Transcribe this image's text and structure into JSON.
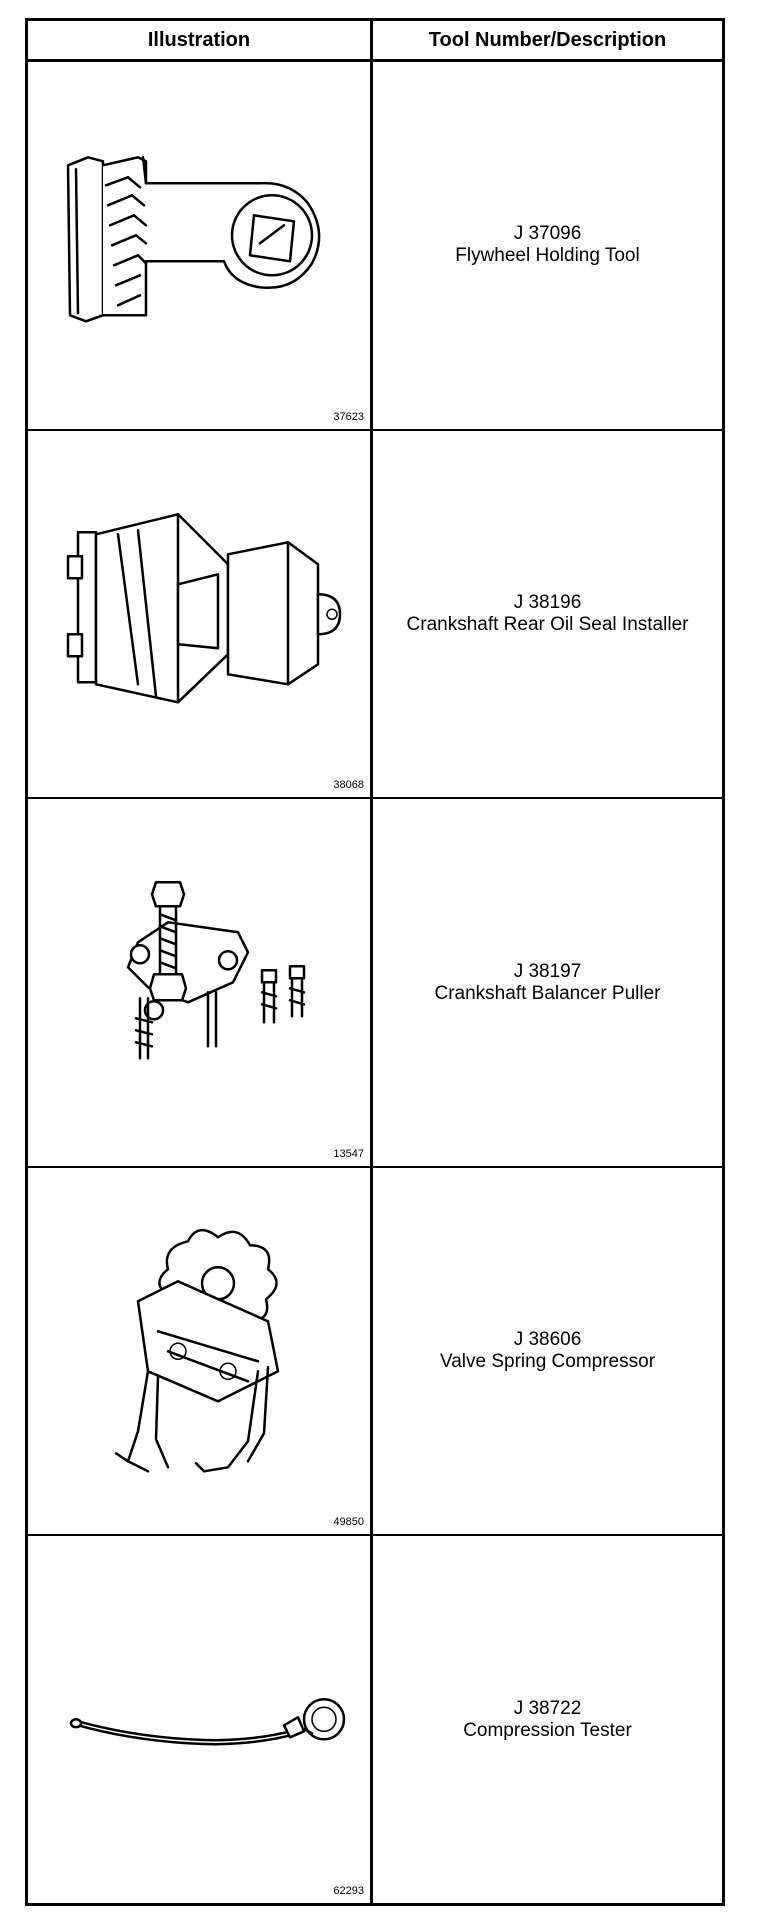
{
  "headers": {
    "illustration": "Illustration",
    "description": "Tool Number/Description"
  },
  "rows": [
    {
      "fig": "37623",
      "number": "J 37096",
      "name": "Flywheel Holding Tool",
      "icon": "flywheel-holding-tool-icon"
    },
    {
      "fig": "38068",
      "number": "J 38196",
      "name": "Crankshaft Rear Oil Seal Installer",
      "icon": "oil-seal-installer-icon"
    },
    {
      "fig": "13547",
      "number": "J 38197",
      "name": "Crankshaft Balancer Puller",
      "icon": "balancer-puller-icon"
    },
    {
      "fig": "49850",
      "number": "J 38606",
      "name": "Valve Spring Compressor",
      "icon": "valve-spring-compressor-icon"
    },
    {
      "fig": "62293",
      "number": "J 38722",
      "name": "Compression Tester",
      "icon": "compression-tester-icon"
    }
  ]
}
